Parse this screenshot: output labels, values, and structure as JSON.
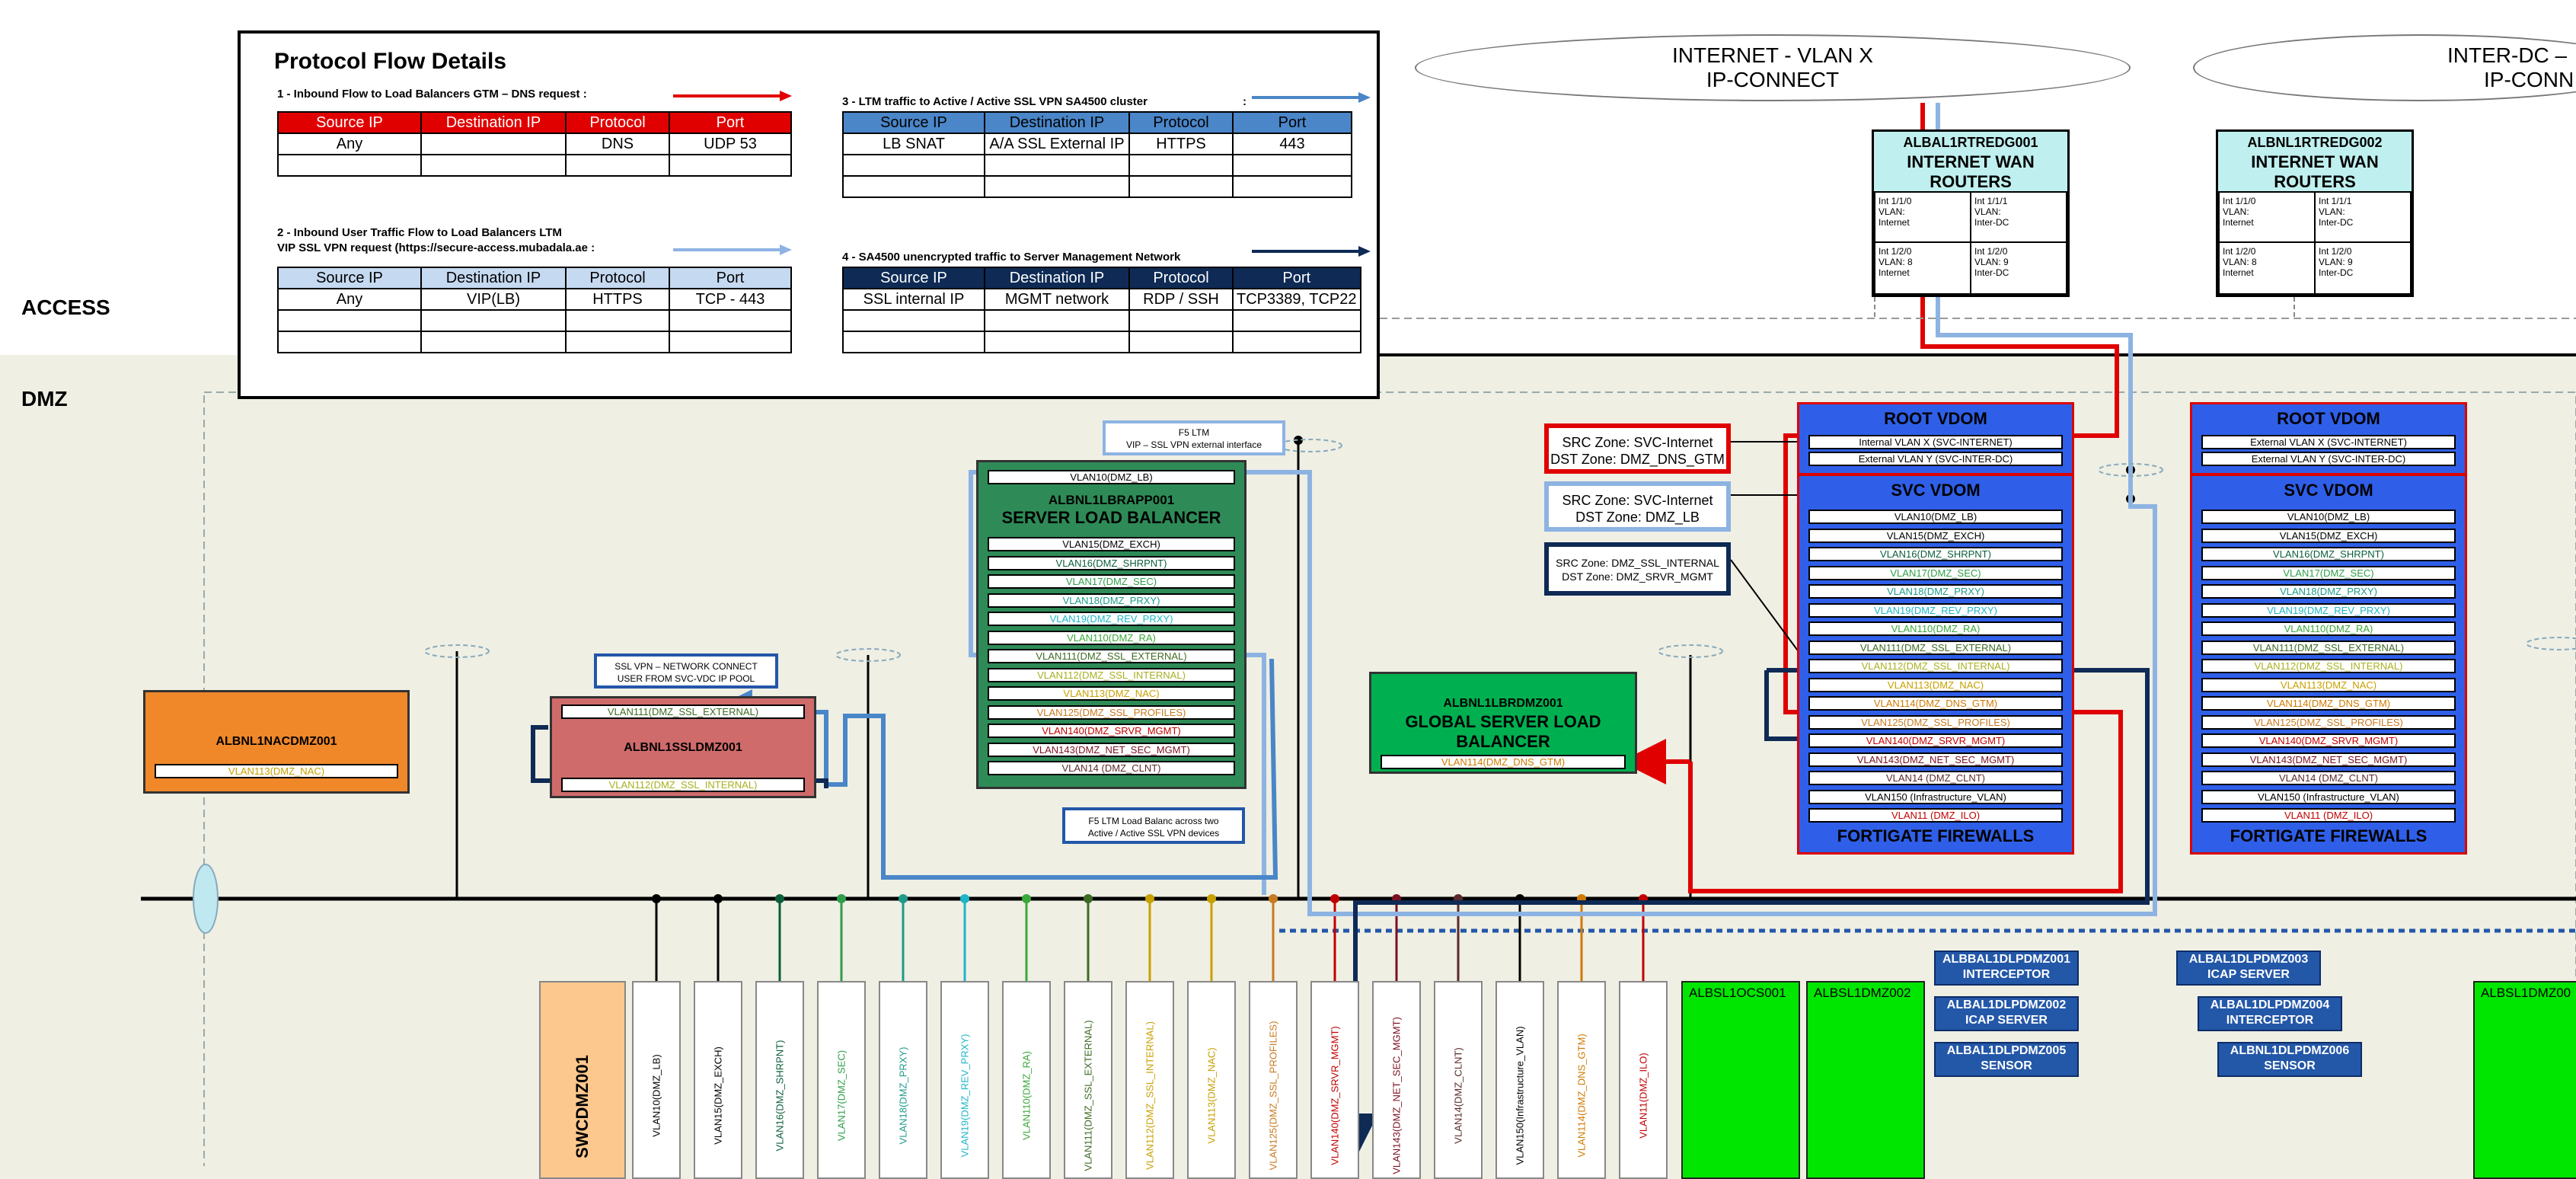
{
  "zones": {
    "access": "ACCESS",
    "dmz": "DMZ"
  },
  "protocol_panel": {
    "title": "Protocol Flow Details",
    "flow1": {
      "title": "1 - Inbound Flow to Load Balancers GTM – DNS request  :",
      "headers": [
        "Source IP",
        "Destination IP",
        "Protocol",
        "Port"
      ],
      "rows": [
        [
          "Any",
          "",
          "DNS",
          "UDP 53"
        ],
        [
          "",
          "",
          "",
          ""
        ]
      ],
      "color": "#e00000"
    },
    "flow2": {
      "title": "2 - Inbound User Traffic Flow to Load Balancers LTM",
      "title2": "VIP SSL VPN request (https://secure-access.mubadala.ae :",
      "headers": [
        "Source IP",
        "Destination IP",
        "Protocol",
        "Port"
      ],
      "rows": [
        [
          "Any",
          "VIP(LB)",
          "HTTPS",
          "TCP - 443"
        ],
        [
          "",
          "",
          "",
          ""
        ],
        [
          "",
          "",
          "",
          ""
        ]
      ],
      "color": "#8db3e2"
    },
    "flow3": {
      "title": "3 - LTM traffic to Active / Active SSL VPN SA4500 cluster",
      "colon": ":",
      "headers": [
        "Source IP",
        "Destination IP",
        "Protocol",
        "Port"
      ],
      "rows": [
        [
          "LB SNAT",
          "A/A SSL External IP",
          "HTTPS",
          "443"
        ],
        [
          "",
          "",
          "",
          ""
        ],
        [
          "",
          "",
          "",
          ""
        ]
      ],
      "color": "#4a86c8"
    },
    "flow4": {
      "title": "4 - SA4500 unencrypted traffic to Server Management Network",
      "headers": [
        "Source IP",
        "Destination IP",
        "Protocol",
        "Port"
      ],
      "rows": [
        [
          "SSL internal IP",
          "MGMT network",
          "RDP / SSH",
          "TCP3389, TCP22"
        ],
        [
          "",
          "",
          "",
          ""
        ],
        [
          "",
          "",
          "",
          ""
        ]
      ],
      "color": "#0e2a55"
    }
  },
  "clouds": {
    "internet": {
      "line1": "INTERNET - VLAN X",
      "line2": "IP-CONNECT"
    },
    "interdc": {
      "line1": "INTER-DC –",
      "line2": "IP-CONN"
    }
  },
  "routers": [
    {
      "name": "ALBAL1RTREDG001",
      "title1": "INTERNET WAN",
      "title2": "ROUTERS",
      "cells": [
        [
          "Int 1/1/0",
          "VLAN:",
          "Internet"
        ],
        [
          "Int 1/1/1",
          "VLAN:",
          "Inter-DC"
        ],
        [
          "Int 1/2/0",
          "VLAN: 8",
          "Internet"
        ],
        [
          "Int 1/2/0",
          "VLAN: 9",
          "Inter-DC"
        ]
      ]
    },
    {
      "name": "ALBNL1RTREDG002",
      "title1": "INTERNET WAN",
      "title2": "ROUTERS",
      "cells": [
        [
          "Int 1/1/0",
          "VLAN:",
          "Internet"
        ],
        [
          "Int 1/1/1",
          "VLAN:",
          "Inter-DC"
        ],
        [
          "Int 1/2/0",
          "VLAN: 8",
          "Internet"
        ],
        [
          "Int 1/2/0",
          "VLAN: 9",
          "Inter-DC"
        ]
      ]
    }
  ],
  "zone_callouts": [
    {
      "line1": "SRC Zone: SVC-Internet",
      "line2": "DST Zone: DMZ_DNS_GTM",
      "color": "#e00000"
    },
    {
      "line1": "SRC Zone: SVC-Internet",
      "line2": "DST Zone: DMZ_LB",
      "color": "#8db3e2"
    },
    {
      "line1": "SRC Zone: DMZ_SSL_INTERNAL",
      "line2": "DST Zone: DMZ_SRVR_MGMT",
      "color": "#0e2a55"
    }
  ],
  "firewalls": [
    {
      "root_title": "ROOT VDOM",
      "root_items": [
        "Internal VLAN X (SVC-INTERNET)",
        "External VLAN Y (SVC-INTER-DC)"
      ],
      "svc_title": "SVC VDOM",
      "footer": "FORTIGATE FIREWALLS"
    },
    {
      "root_title": "ROOT VDOM",
      "root_items": [
        "External VLAN X (SVC-INTERNET)",
        "External VLAN Y (SVC-INTER-DC)"
      ],
      "svc_title": "SVC VDOM",
      "footer": "FORTIGATE FIREWALLS"
    }
  ],
  "svc_vlans": [
    {
      "label": "VLAN10(DMZ_LB)",
      "color": "#000000"
    },
    {
      "label": "VLAN15(DMZ_EXCH)",
      "color": "#000000"
    },
    {
      "label": "VLAN16(DMZ_SHRPNT)",
      "color": "#0b5e3a"
    },
    {
      "label": "VLAN17(DMZ_SEC)",
      "color": "#2f9e4a"
    },
    {
      "label": "VLAN18(DMZ_PRXY)",
      "color": "#1f9b8a"
    },
    {
      "label": "VLAN19(DMZ_REV_PRXY)",
      "color": "#1fb5c9"
    },
    {
      "label": "VLAN110(DMZ_RA)",
      "color": "#3aa83a"
    },
    {
      "label": "VLAN111(DMZ_SSL_EXTERNAL)",
      "color": "#3d6b23"
    },
    {
      "label": "VLAN112(DMZ_SSL_INTERNAL)",
      "color": "#a8b020"
    },
    {
      "label": "VLAN113(DMZ_NAC)",
      "color": "#c8a000"
    },
    {
      "label": "VLAN114(DMZ_DNS_GTM)",
      "color": "#d07a00"
    },
    {
      "label": "VLAN125(DMZ_SSL_PROFILES)",
      "color": "#c87a20"
    },
    {
      "label": "VLAN140(DMZ_SRVR_MGMT)",
      "color": "#c00000"
    },
    {
      "label": "VLAN143(DMZ_NET_SEC_MGMT)",
      "color": "#7a1020"
    },
    {
      "label": "VLAN14 (DMZ_CLNT)",
      "color": "#5a2a2a"
    },
    {
      "label": "VLAN150 (Infrastructure_VLAN)",
      "color": "#000000"
    },
    {
      "label": "VLAN11 (DMZ_ILO)",
      "color": "#c00000"
    }
  ],
  "slb": {
    "top_vlan": "VLAN10(DMZ_LB)",
    "name": "ALBNL1LBRAPP001",
    "title": "SERVER LOAD BALANCER",
    "vlans": [
      {
        "label": "VLAN15(DMZ_EXCH)",
        "color": "#000000"
      },
      {
        "label": "VLAN16(DMZ_SHRPNT)",
        "color": "#0b5e3a"
      },
      {
        "label": "VLAN17(DMZ_SEC)",
        "color": "#2f9e4a"
      },
      {
        "label": "VLAN18(DMZ_PRXY)",
        "color": "#1f9b8a"
      },
      {
        "label": "VLAN19(DMZ_REV_PRXY)",
        "color": "#1fb5c9"
      },
      {
        "label": "VLAN110(DMZ_RA)",
        "color": "#3aa83a"
      },
      {
        "label": "VLAN111(DMZ_SSL_EXTERNAL)",
        "color": "#3d6b23"
      },
      {
        "label": "VLAN112(DMZ_SSL_INTERNAL)",
        "color": "#a8b020"
      },
      {
        "label": "VLAN113(DMZ_NAC)",
        "color": "#c8a000"
      },
      {
        "label": "VLAN125(DMZ_SSL_PROFILES)",
        "color": "#c87a20"
      },
      {
        "label": "VLAN140(DMZ_SRVR_MGMT)",
        "color": "#c00000"
      },
      {
        "label": "VLAN143(DMZ_NET_SEC_MGMT)",
        "color": "#7a1020"
      },
      {
        "label": "VLAN14 (DMZ_CLNT)",
        "color": "#5a2a2a"
      }
    ]
  },
  "f5_callout": {
    "line1": "F5 LTM",
    "line2": "VIP – SSL VPN external interface"
  },
  "f5_ltm_note": {
    "line1": "F5 LTM Load Balanc across two",
    "line2": "Active / Active SSL VPN devices"
  },
  "ssl_callout": {
    "line1": "SSL VPN – NETWORK CONNECT",
    "line2": "USER FROM SVC-VDC IP POOL"
  },
  "nac": {
    "name": "ALBNL1NACDMZ001",
    "vlan": "VLAN113(DMZ_NAC)"
  },
  "ssl_device": {
    "name": "ALBNL1SSLDMZ001",
    "vlan_top": "VLAN111(DMZ_SSL_EXTERNAL)",
    "vlan_bottom": "VLAN112(DMZ_SSL_INTERNAL)"
  },
  "gslb": {
    "name": "ALBNL1LBRDMZ001",
    "title1": "GLOBAL SERVER LOAD",
    "title2": "BALANCER",
    "vlan": "VLAN114(DMZ_DNS_GTM)"
  },
  "switch_label": "SWCDMZ001",
  "switch_ports": [
    {
      "label": "VLAN10(DMZ_LB)",
      "color": "#000000"
    },
    {
      "label": "VLAN15(DMZ_EXCH)",
      "color": "#000000"
    },
    {
      "label": "VLAN16(DMZ_SHRPNT)",
      "color": "#0b5e3a"
    },
    {
      "label": "VLAN17(DMZ_SEC)",
      "color": "#2f9e4a"
    },
    {
      "label": "VLAN18(DMZ_PRXY)",
      "color": "#1f9b8a"
    },
    {
      "label": "VLAN19(DMZ_REV_PRXY)",
      "color": "#1fb5c9"
    },
    {
      "label": "VLAN110(DMZ_RA)",
      "color": "#3aa83a"
    },
    {
      "label": "VLAN111(DMZ_SSL_EXTERNAL)",
      "color": "#3d6b23"
    },
    {
      "label": "VLAN112(DMZ_SSL_INTERNAL)",
      "color": "#c8a000"
    },
    {
      "label": "VLAN113(DMZ_NAC)",
      "color": "#c8a000"
    },
    {
      "label": "VLAN125(DMZ_SSL_PROFILES)",
      "color": "#c87a20"
    },
    {
      "label": "VLAN140(DMZ_SRVR_MGMT)",
      "color": "#c00000"
    },
    {
      "label": "VLAN143(DMZ_NET_SEC_MGMT)",
      "color": "#7a1020"
    },
    {
      "label": "VLAN14(DMZ_CLNT)",
      "color": "#5a2a2a"
    },
    {
      "label": "VLAN150(Infrastructure_VLAN)",
      "color": "#000000"
    },
    {
      "label": "VLAN114(DMZ_DNS_GTM)",
      "color": "#d07a00"
    },
    {
      "label": "VLAN11(DMZ_ILO)",
      "color": "#c00000"
    }
  ],
  "green_servers": [
    "ALBSL1OCS001",
    "ALBSL1DMZ002",
    "ALBSL1DMZ00"
  ],
  "dlp": [
    {
      "line1": "ALBBAL1DLPDMZ001",
      "line2": "INTERCEPTOR"
    },
    {
      "line1": "ALBAL1DLPDMZ002",
      "line2": "ICAP SERVER"
    },
    {
      "line1": "ALBAL1DLPDMZ005",
      "line2": "SENSOR"
    },
    {
      "line1": "ALBAL1DLPDMZ003",
      "line2": "ICAP SERVER"
    },
    {
      "line1": "ALBAL1DLPDMZ004",
      "line2": "INTERCEPTOR"
    },
    {
      "line1": "ALBNL1DLPDMZ006",
      "line2": "SENSOR"
    }
  ],
  "colors": {
    "flow1": "#e00000",
    "flow2": "#8db3e2",
    "flow3": "#4a86c8",
    "flow4": "#0e2a55"
  }
}
